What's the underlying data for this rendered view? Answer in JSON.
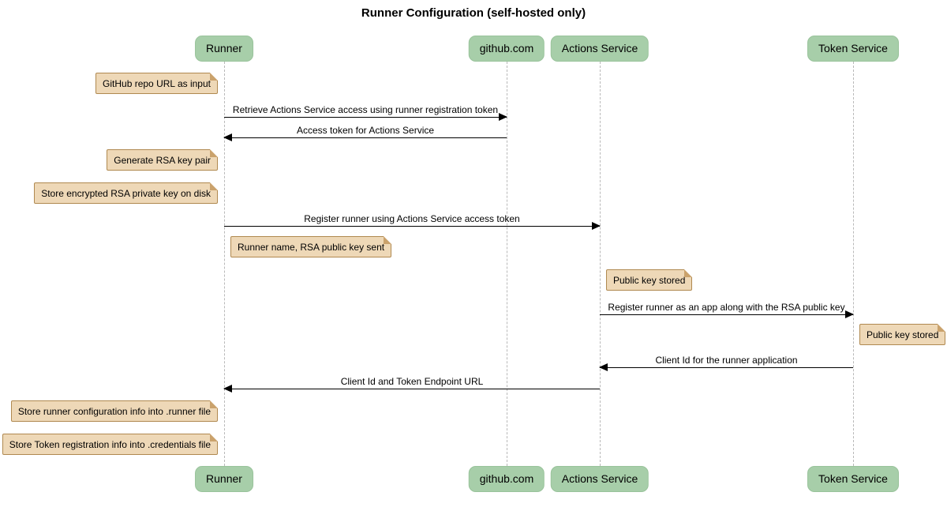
{
  "title": "Runner Configuration (self-hosted only)",
  "diagram": {
    "type": "sequence-diagram",
    "participants": [
      {
        "name": "Runner"
      },
      {
        "name": "github.com"
      },
      {
        "name": "Actions Service"
      },
      {
        "name": "Token Service"
      }
    ],
    "messages": [
      {
        "from": "Runner",
        "to": "github.com",
        "label": "Retrieve Actions Service access using runner registration token"
      },
      {
        "from": "github.com",
        "to": "Runner",
        "label": "Access token for Actions Service"
      },
      {
        "from": "Runner",
        "to": "Actions Service",
        "label": "Register runner using Actions Service access token"
      },
      {
        "from": "Actions Service",
        "to": "Token Service",
        "label": "Register runner as an app along with the RSA public key"
      },
      {
        "from": "Token Service",
        "to": "Actions Service",
        "label": "Client Id for the runner application"
      },
      {
        "from": "Actions Service",
        "to": "Runner",
        "label": "Client Id and Token Endpoint URL"
      }
    ],
    "notes": [
      {
        "position": "left of",
        "participant": "Runner",
        "text": "GitHub repo URL as input"
      },
      {
        "position": "left of",
        "participant": "Runner",
        "text": "Generate RSA key pair"
      },
      {
        "position": "left of",
        "participant": "Runner",
        "text": "Store encrypted RSA private key on disk"
      },
      {
        "position": "right of",
        "participant": "Runner",
        "text": "Runner name, RSA public key sent"
      },
      {
        "position": "right of",
        "participant": "Actions Service",
        "text": "Public key stored"
      },
      {
        "position": "right of",
        "participant": "Token Service",
        "text": "Public key stored"
      },
      {
        "position": "left of",
        "participant": "Runner",
        "text": "Store runner configuration info into .runner file"
      },
      {
        "position": "left of",
        "participant": "Runner",
        "text": "Store Token registration info into .credentials file"
      }
    ],
    "colors": {
      "participant_fill": "#a7cea9",
      "note_fill": "#eed8b7",
      "note_border": "#b08950",
      "lifeline": "#b9b9b9",
      "arrow": "#000000",
      "background": "#ffffff"
    }
  }
}
